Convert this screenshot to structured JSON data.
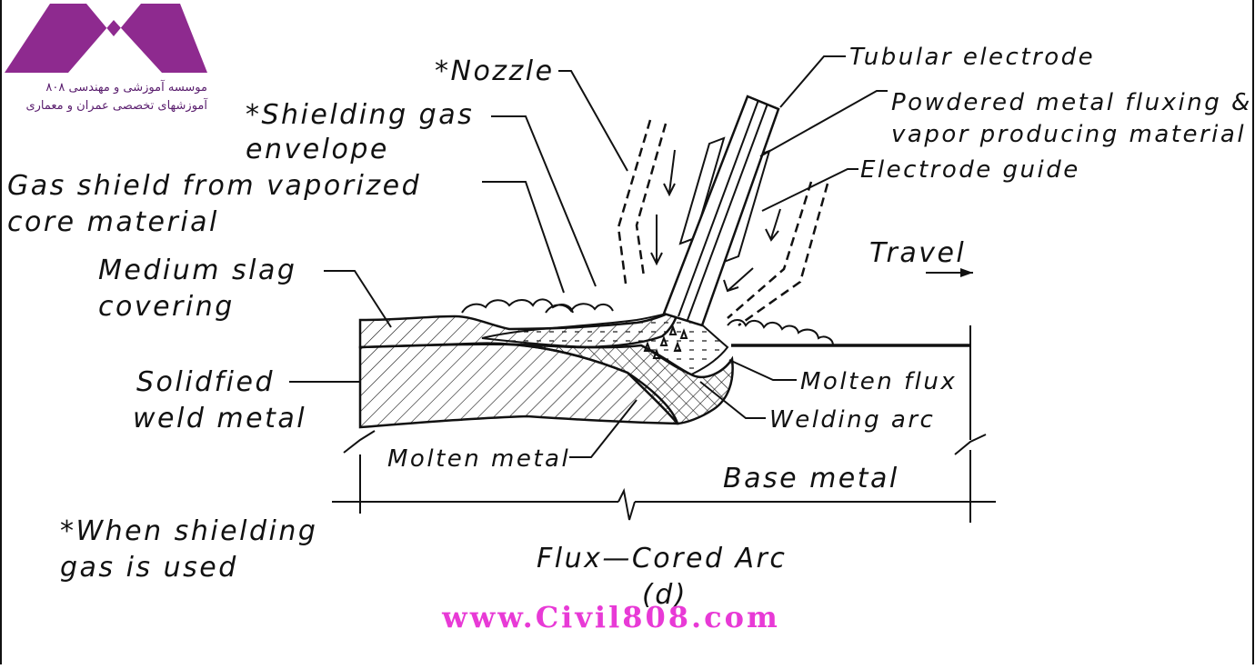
{
  "logo": {
    "line1": "موسسه آموزشی و مهندسی ۸۰۸",
    "line2": "آموزشهای تخصصی عمران و معماری",
    "color": "#8e2a8f"
  },
  "labels": {
    "nozzle": "*Nozzle",
    "tubular_electrode": "Tubular electrode",
    "powdered_1": "Powdered metal fluxing &",
    "powdered_2": "vapor producing material",
    "electrode_guide": "Electrode guide",
    "shielding_1": "*Shielding gas",
    "shielding_2": "envelope",
    "gas_shield_1": "Gas shield from vaporized",
    "gas_shield_2": "core material",
    "slag_1": "Medium slag",
    "slag_2": "covering",
    "solid_1": "Solidfied",
    "solid_2": "weld metal",
    "travel": "Travel",
    "molten_flux": "Molten flux",
    "welding_arc": "Welding arc",
    "molten_metal": "Molten metal",
    "base_metal": "Base metal",
    "note_1": "*When shielding",
    "note_2": "gas is used",
    "caption_1": "Flux—Cored Arc",
    "caption_2": "(d)"
  },
  "watermark": {
    "url": "www.Civil808.com",
    "color": "#e83ad6"
  }
}
